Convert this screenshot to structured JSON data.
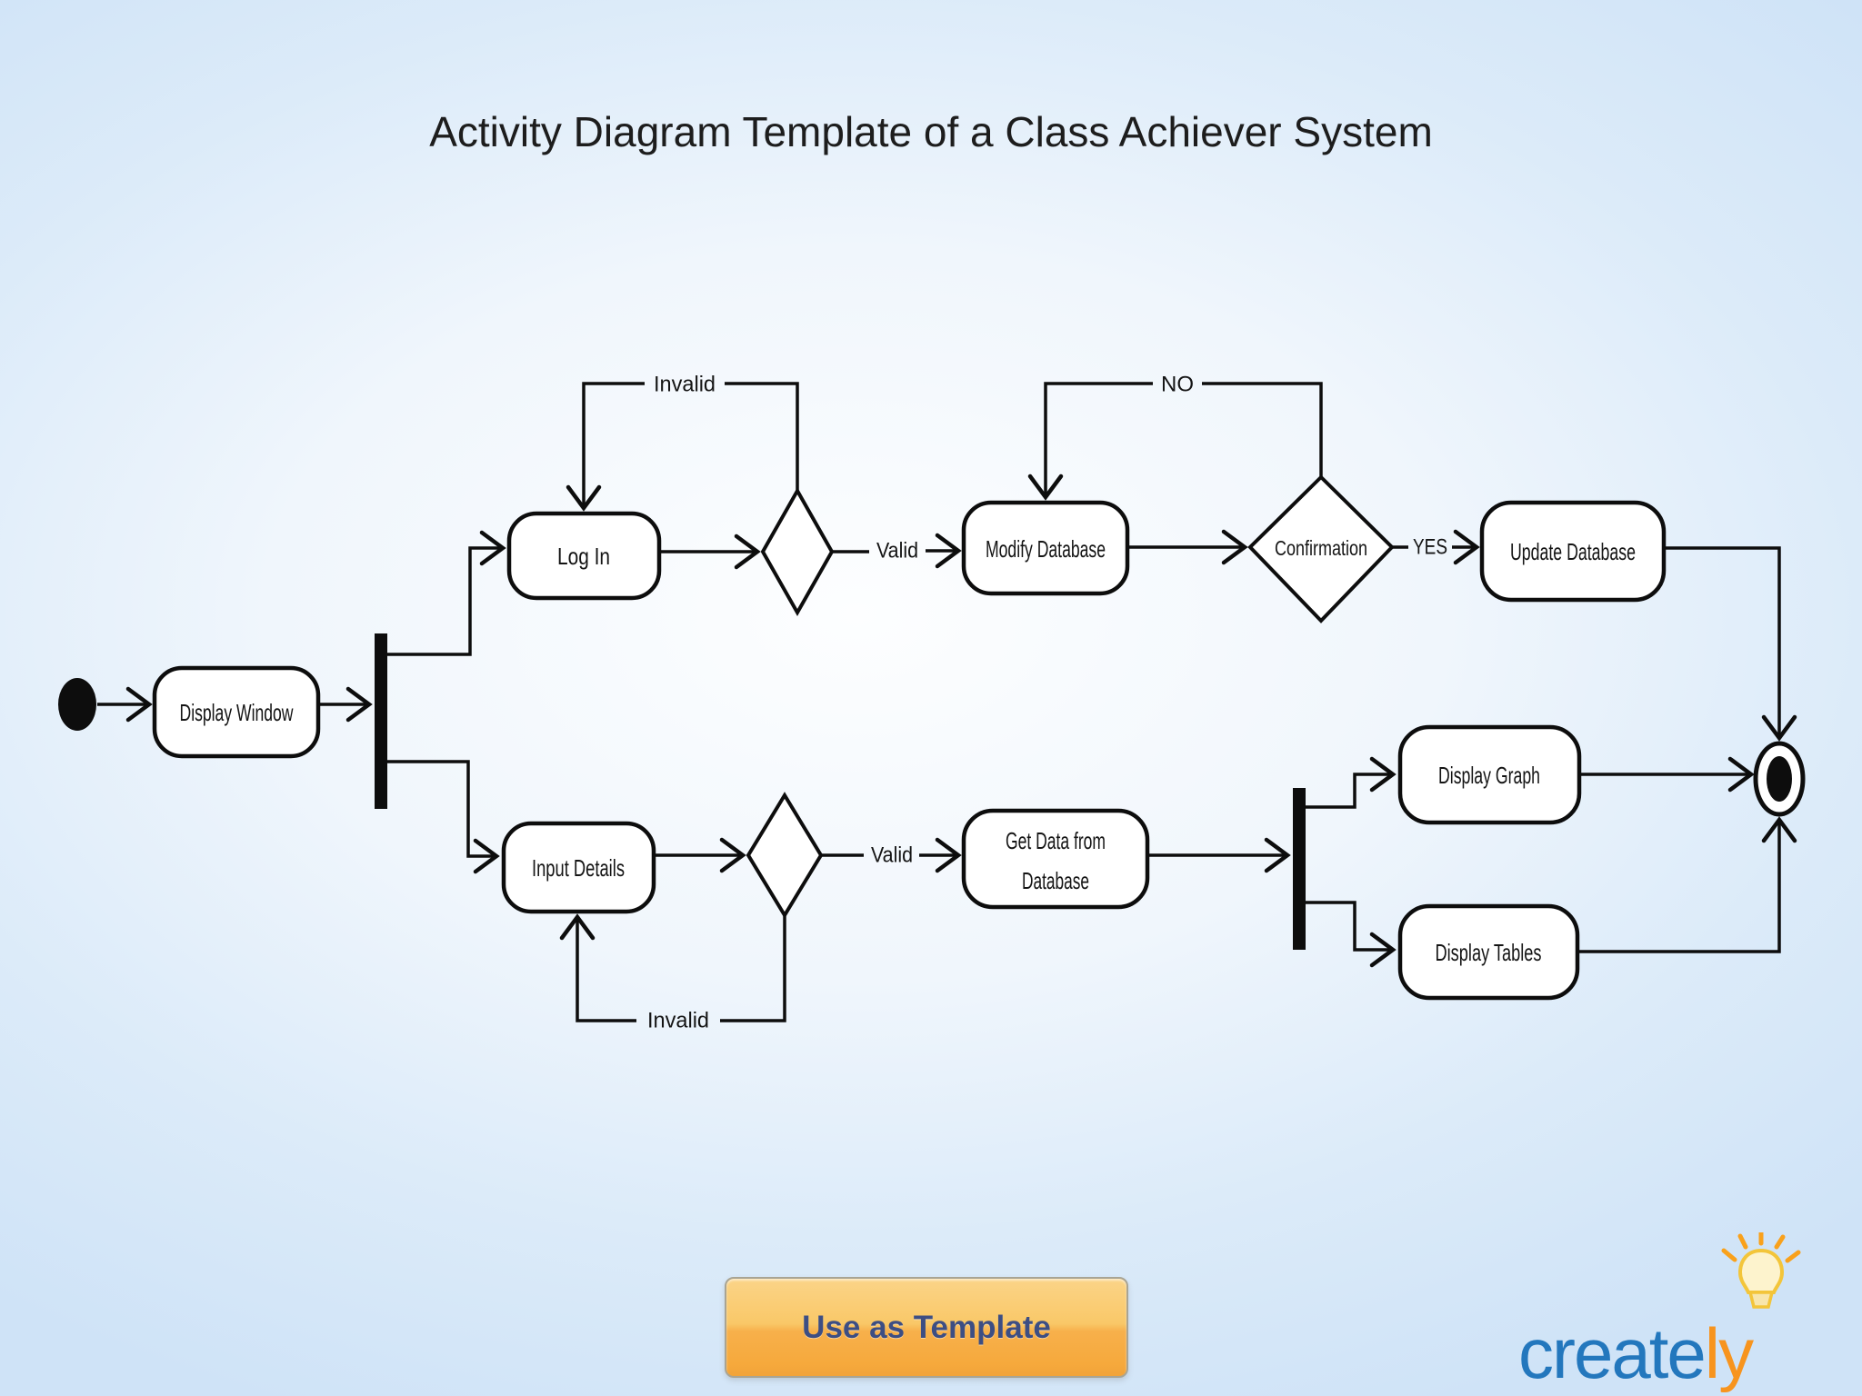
{
  "page": {
    "title": "Activity Diagram Template of a  Class Achiever System"
  },
  "diagram": {
    "nodes": {
      "display_window": "Display Window",
      "log_in": "Log In",
      "modify_database": "Modify Database",
      "confirmation": "Confirmation",
      "update_database": "Update Database",
      "input_details": "Input Details",
      "get_data": {
        "line1": "Get Data from",
        "line2": "Database"
      },
      "display_graph": "Display Graph",
      "display_tables": "Display Tables"
    },
    "edge_labels": {
      "invalid_login": "Invalid",
      "valid_login": "Valid",
      "no": "NO",
      "yes": "YES",
      "invalid_input": "Invalid",
      "valid_input": "Valid"
    }
  },
  "footer": {
    "use_as_template": "Use as Template",
    "logo_create": "create",
    "logo_ly": "ly"
  },
  "colors": {
    "line": "#0d0d0d",
    "button_text": "#3d4e83",
    "button_orange_top": "#fbd488",
    "button_orange_bottom": "#f6a93c",
    "logo_blue": "#2377bd",
    "logo_orange": "#f7941e",
    "background_edge": "#cfe3f7"
  }
}
